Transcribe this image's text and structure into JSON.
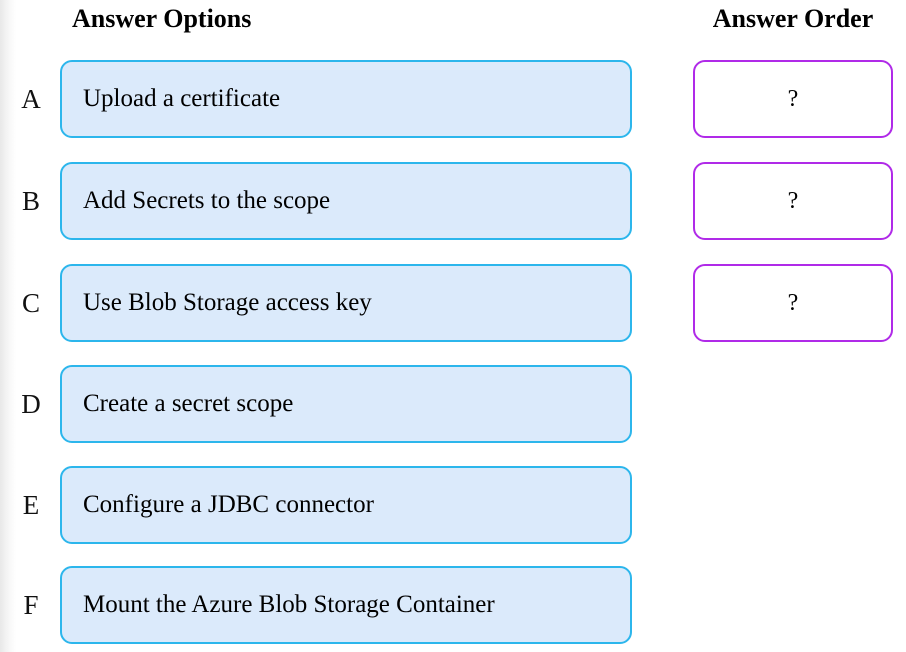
{
  "headers": {
    "options": "Answer Options",
    "order": "Answer Order"
  },
  "colors": {
    "option_border": "#2cb6ec",
    "option_fill": "#dbeafb",
    "order_border": "#b02ae8",
    "order_fill": "#ffffff",
    "text": "#000000"
  },
  "options": [
    {
      "letter": "A",
      "text": "Upload a certificate"
    },
    {
      "letter": "B",
      "text": "Add Secrets to the scope"
    },
    {
      "letter": "C",
      "text": "Use Blob Storage access key"
    },
    {
      "letter": "D",
      "text": "Create a secret scope"
    },
    {
      "letter": "E",
      "text": "Configure a JDBC connector"
    },
    {
      "letter": "F",
      "text": "Mount the Azure Blob Storage Container"
    }
  ],
  "order_slots": [
    {
      "value": "?"
    },
    {
      "value": "?"
    },
    {
      "value": "?"
    }
  ],
  "layout": {
    "row_tops": [
      60,
      162,
      264,
      365,
      466,
      566
    ]
  }
}
